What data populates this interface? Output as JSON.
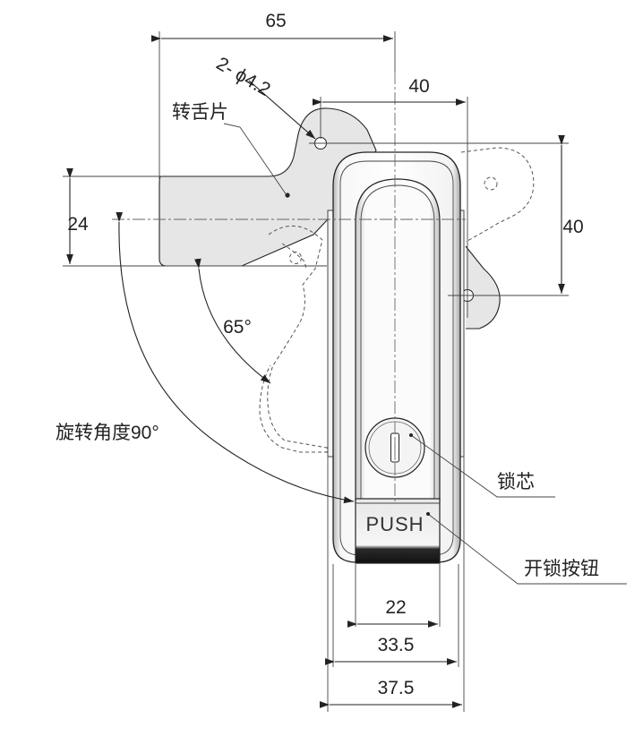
{
  "dimensions": {
    "width_65": "65",
    "hole_spec": "2- ϕ4.2",
    "width_40_top": "40",
    "height_40_right": "40",
    "height_24": "24",
    "angle_65": "65°",
    "width_22": "22",
    "width_33_5": "33.5",
    "width_37_5": "37.5"
  },
  "labels": {
    "tongue_piece": "转舌片",
    "rotation_angle": "旋转角度90°",
    "lock_core": "锁芯",
    "unlock_button": "开锁按钮",
    "push_text": "PUSH"
  },
  "colors": {
    "line": "#222222",
    "plate": "#e6e6e6",
    "body": "#f2f2f2",
    "button_dark": "#1a1a1a"
  }
}
